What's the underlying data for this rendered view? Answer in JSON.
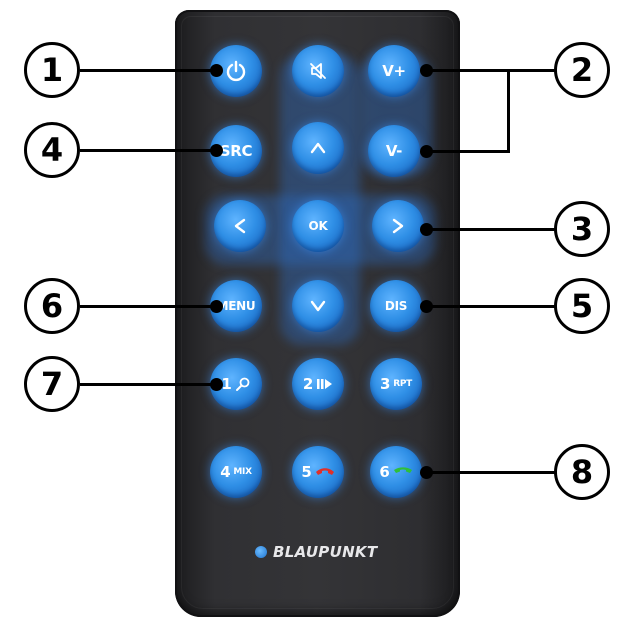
{
  "remote": {
    "brand": "BLAUPUNKT",
    "buttons": {
      "power": {
        "icon": "power-icon"
      },
      "mute": {
        "icon": "mute-icon"
      },
      "volume_up": {
        "label": "V+"
      },
      "source": {
        "label": "SRC"
      },
      "up": {
        "icon": "chevron-up-icon"
      },
      "volume_down": {
        "label": "V-"
      },
      "left": {
        "icon": "chevron-left-icon"
      },
      "ok": {
        "label": "OK"
      },
      "right": {
        "icon": "chevron-right-icon"
      },
      "menu": {
        "label": "MENU"
      },
      "down": {
        "icon": "chevron-down-icon"
      },
      "display": {
        "label": "DIS"
      },
      "num1": {
        "label": "1",
        "icon": "zoom-icon"
      },
      "num2": {
        "label": "2",
        "icon": "play-pause-icon"
      },
      "num3": {
        "label": "3",
        "sub": "RPT"
      },
      "num4": {
        "label": "4",
        "sub": "MIX"
      },
      "num5": {
        "label": "5",
        "icon": "hang-up-phone-icon"
      },
      "num6": {
        "label": "6",
        "icon": "pick-up-phone-icon"
      }
    }
  },
  "callouts": [
    "1",
    "2",
    "3",
    "4",
    "5",
    "6",
    "7",
    "8"
  ],
  "colors": {
    "button_blue": "#2f8fe6",
    "remote_body": "#333336",
    "hang_up_red": "#e0302a",
    "pick_up_green": "#2fbf3a"
  }
}
